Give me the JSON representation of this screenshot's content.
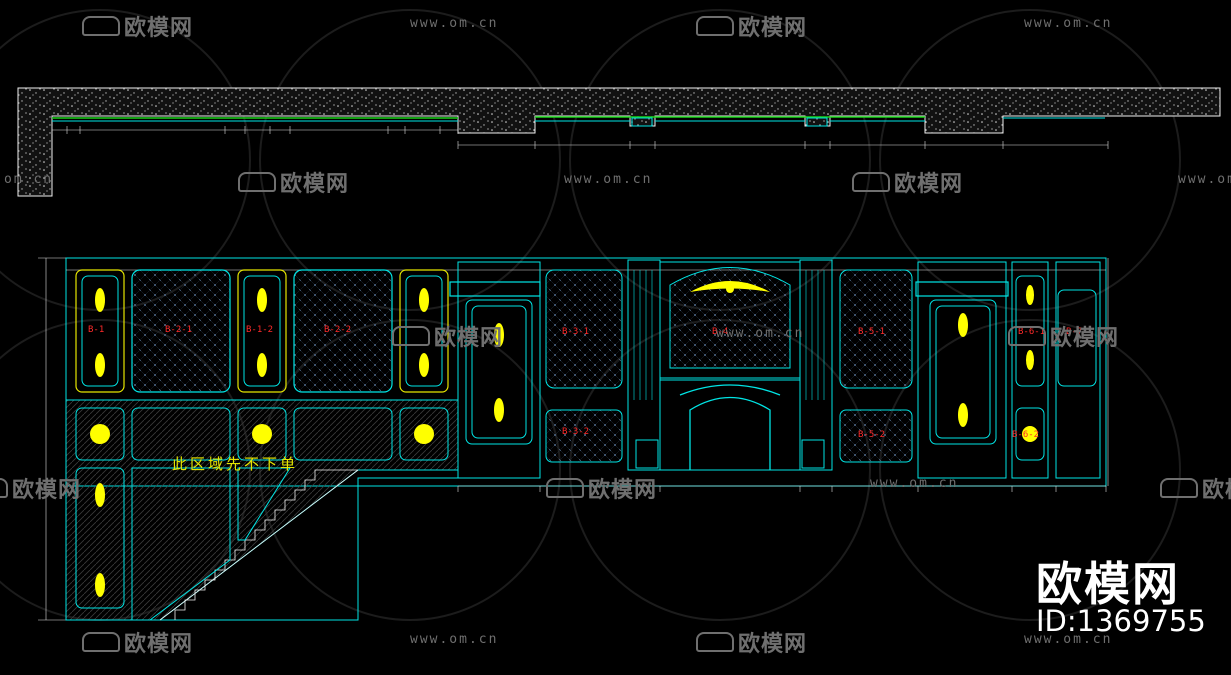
{
  "watermark": {
    "brand_text": "欧模网",
    "url": "www.om.cn",
    "url_short": "om.cn",
    "id_label": "ID:1369755"
  },
  "drawing": {
    "note": "此区域先不下单",
    "panel_tags": [
      "B-1",
      "B-2-1",
      "B-1-2",
      "B-2-2",
      "B-3-1",
      "B-3-2",
      "B-4",
      "B-5-1",
      "B-5-2",
      "B-6-1",
      "B-6-2",
      "B-7"
    ]
  },
  "colors": {
    "background": "#000000",
    "cad_cyan": "#00e5e5",
    "cad_white": "#f0f0f0",
    "cad_green": "#19d219",
    "cad_yellow": "#ffff00",
    "cad_red": "#ff2a2a",
    "watermark_gray": "#6f6f6f"
  }
}
